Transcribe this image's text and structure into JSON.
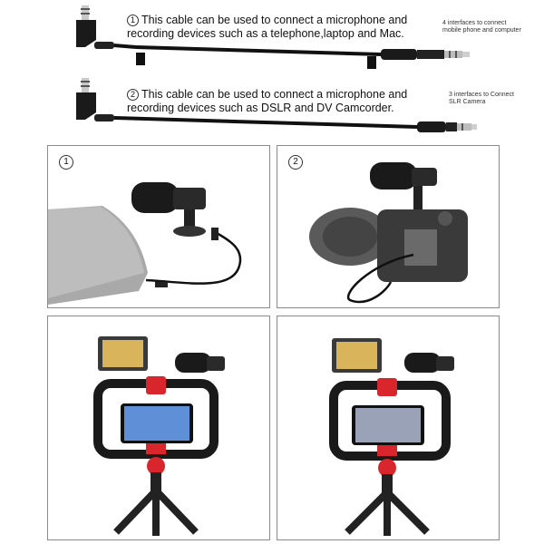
{
  "cable1": {
    "num": "1",
    "text_line1": "This cable can be used to connect a microphone and",
    "text_line2": "recording devices such as a telephone,laptop and Mac.",
    "note_line1": "4 interfaces to connect",
    "note_line2": "mobile phone and computer"
  },
  "cable2": {
    "num": "2",
    "text_line1": "This cable can be used to connect a microphone and",
    "text_line2": "recording devices such as DSLR and DV Camcorder.",
    "note_line1": "3 interfaces to Connect",
    "note_line2": "SLR Camera"
  },
  "panels": [
    {
      "label": "1"
    },
    {
      "label": "2"
    }
  ],
  "colors": {
    "rig_red": "#d8262c",
    "cable": "#111111",
    "phone_gray": "#9a9a9a",
    "border": "#8a8a8a"
  }
}
